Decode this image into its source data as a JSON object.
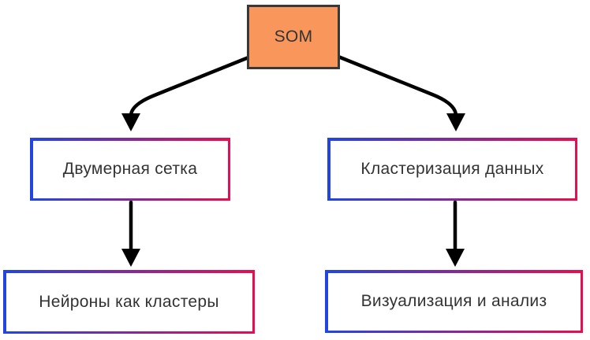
{
  "colors": {
    "background": "#ffffff",
    "root-fill": "#F8965B",
    "root-border": "#383838",
    "gradient-start": "#2145E1",
    "gradient-end": "#E60E50",
    "node-fill": "#ffffff",
    "text": "#333333",
    "arrow": "#000000"
  },
  "nodes": {
    "som": {
      "label": "SOM"
    },
    "grid": {
      "label": "Двумерная сетка"
    },
    "clustering": {
      "label": "Кластеризация данных"
    },
    "neurons": {
      "label": "Нейроны как кластеры"
    },
    "visualization": {
      "label": "Визуализация и анализ"
    }
  },
  "edges": [
    {
      "from": "som",
      "to": "grid"
    },
    {
      "from": "som",
      "to": "clustering"
    },
    {
      "from": "grid",
      "to": "neurons"
    },
    {
      "from": "clustering",
      "to": "visualization"
    }
  ]
}
